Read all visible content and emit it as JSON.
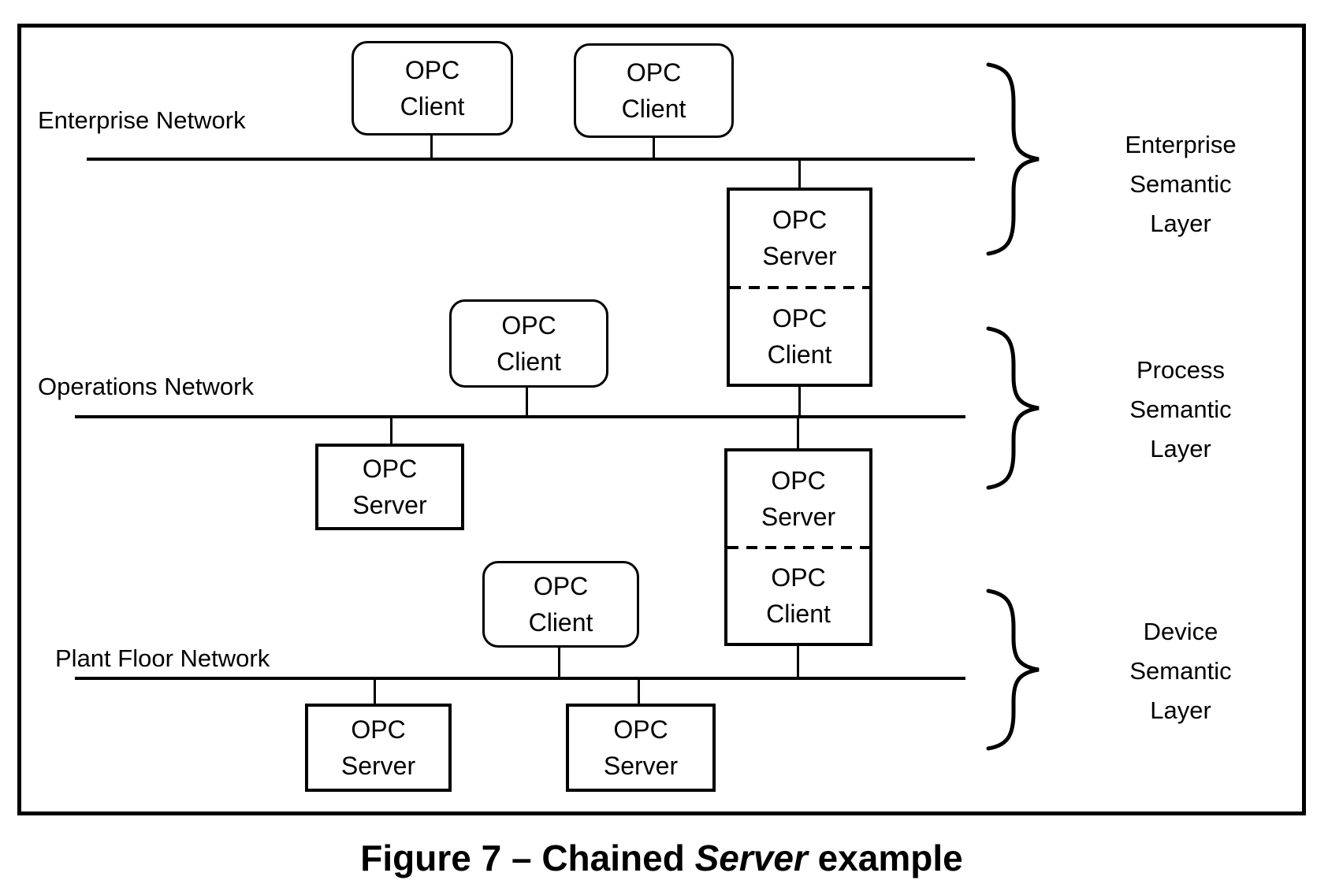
{
  "caption": {
    "prefix": "Figure 7 – Chained ",
    "emphasized": "Server",
    "suffix": " example"
  },
  "network_labels": {
    "enterprise": "Enterprise Network",
    "operations": "Operations Network",
    "plant_floor": "Plant Floor Network"
  },
  "semantic_layers": {
    "enterprise": {
      "lines": [
        "Enterprise",
        "Semantic",
        "Layer"
      ]
    },
    "process": {
      "lines": [
        "Process",
        "Semantic",
        "Layer"
      ]
    },
    "device": {
      "lines": [
        "Device",
        "Semantic",
        "Layer"
      ]
    }
  },
  "nodes": [
    {
      "id": "enterprise-client-1",
      "type": "opc-client",
      "lines": [
        "OPC",
        "Client"
      ]
    },
    {
      "id": "enterprise-client-2",
      "type": "opc-client",
      "lines": [
        "OPC",
        "Client"
      ]
    },
    {
      "id": "enterprise-process-chain",
      "type": "chained-server-client",
      "top": [
        "OPC",
        "Server"
      ],
      "bottom": [
        "OPC",
        "Client"
      ]
    },
    {
      "id": "operations-client",
      "type": "opc-client",
      "lines": [
        "OPC",
        "Client"
      ]
    },
    {
      "id": "operations-server",
      "type": "opc-server",
      "lines": [
        "OPC",
        "Server"
      ]
    },
    {
      "id": "process-device-chain",
      "type": "chained-server-client",
      "top": [
        "OPC",
        "Server"
      ],
      "bottom": [
        "OPC",
        "Client"
      ]
    },
    {
      "id": "plant-floor-client",
      "type": "opc-client",
      "lines": [
        "OPC",
        "Client"
      ]
    },
    {
      "id": "plant-floor-server-1",
      "type": "opc-server",
      "lines": [
        "OPC",
        "Server"
      ]
    },
    {
      "id": "plant-floor-server-2",
      "type": "opc-server",
      "lines": [
        "OPC",
        "Server"
      ]
    }
  ],
  "colors": {
    "ink": "#000000",
    "background": "#ffffff"
  }
}
